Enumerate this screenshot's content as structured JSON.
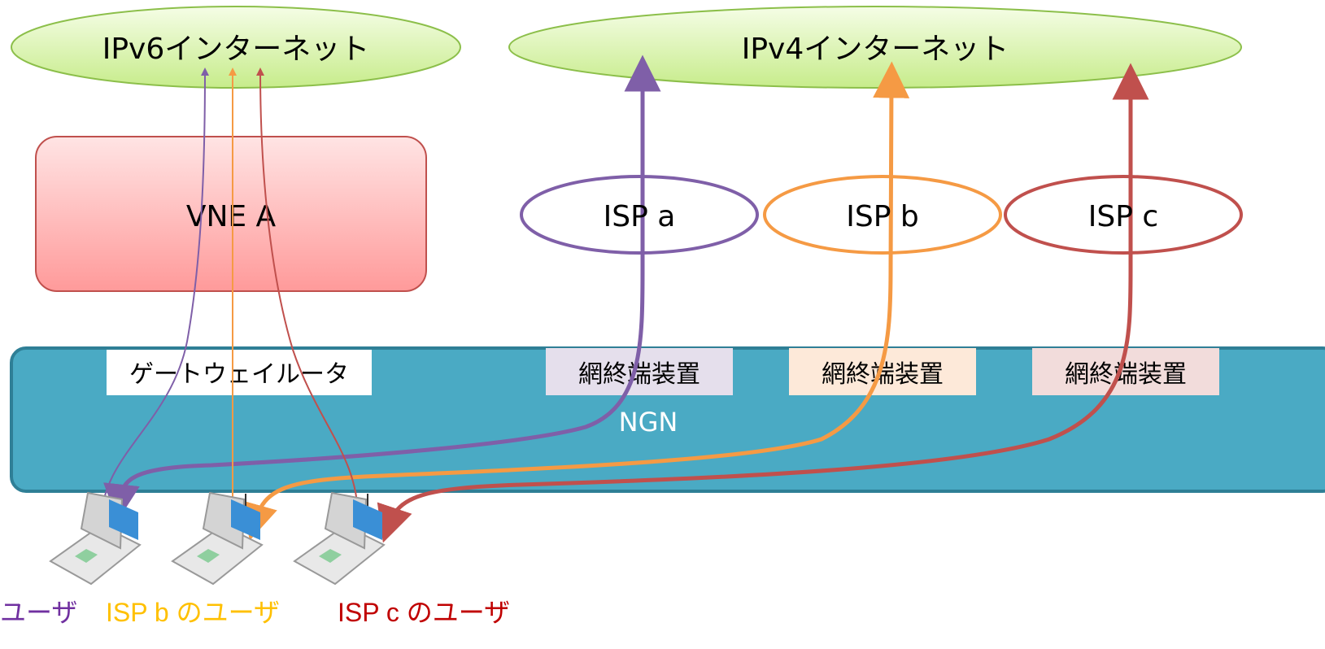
{
  "nodes": {
    "ipv6_internet": "IPv6インターネット",
    "ipv4_internet": "IPv4インターネット",
    "vne_a": "VNE A",
    "isp_a": "ISP a",
    "isp_b": "ISP b",
    "isp_c": "ISP c",
    "gateway_router": "ゲートウェイルータ",
    "network_terminal_a": "網終端装置",
    "network_terminal_b": "網終端装置",
    "network_terminal_c": "網終端装置",
    "ngn": "NGN"
  },
  "users": {
    "user_a": "ユーザ",
    "user_b": "ISP b のユーザ",
    "user_c": "ISP c のユーザ"
  },
  "colors": {
    "purple": "#7f5fa8",
    "orange": "#f59a44",
    "red": "#c0504d",
    "ngn_fill": "#4aaac4",
    "internet_fill": "#d6f0a6",
    "vne_fill": "#ff9e9e"
  }
}
